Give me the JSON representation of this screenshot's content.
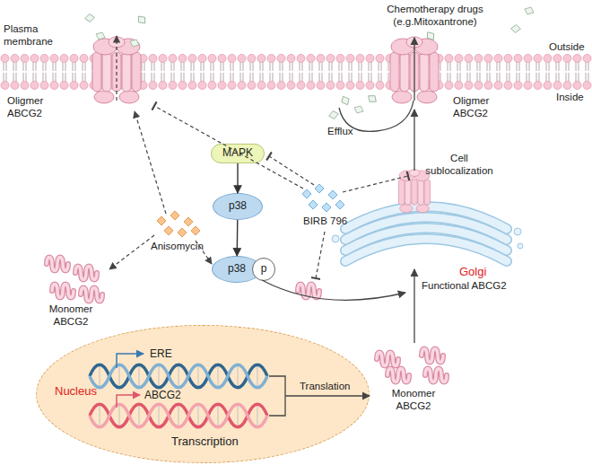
{
  "diagram": {
    "nodes": [
      {
        "text": [
          "MAPK"
        ]
      },
      {
        "text": [
          "p38"
        ]
      },
      {
        "text": [
          "p38"
        ]
      },
      {
        "text": [
          "p"
        ]
      },
      {
        "text": [
          "ERE",
          "Nucleus",
          "ABCG2",
          "Transcription"
        ]
      }
    ],
    "edges": [
      {
        "from": 0,
        "to": 1,
        "arrow": "to"
      },
      {
        "from": 1,
        "to": 2,
        "arrow": "to"
      }
    ],
    "labels": [
      "Plasma membrane",
      "Oligmer ABCG2",
      "Chemotherapy drugs (e.g.Mitoxantrone)",
      "Outside",
      "Inside",
      "Oligmer ABCG2",
      "Efflux",
      "Cell sublocalization",
      "Anisomycin",
      "BIRB 796",
      "Monomer ABCG2",
      "Golgi",
      "Functional ABCG2",
      "Translation",
      "Monomer ABCG2"
    ]
  }
}
